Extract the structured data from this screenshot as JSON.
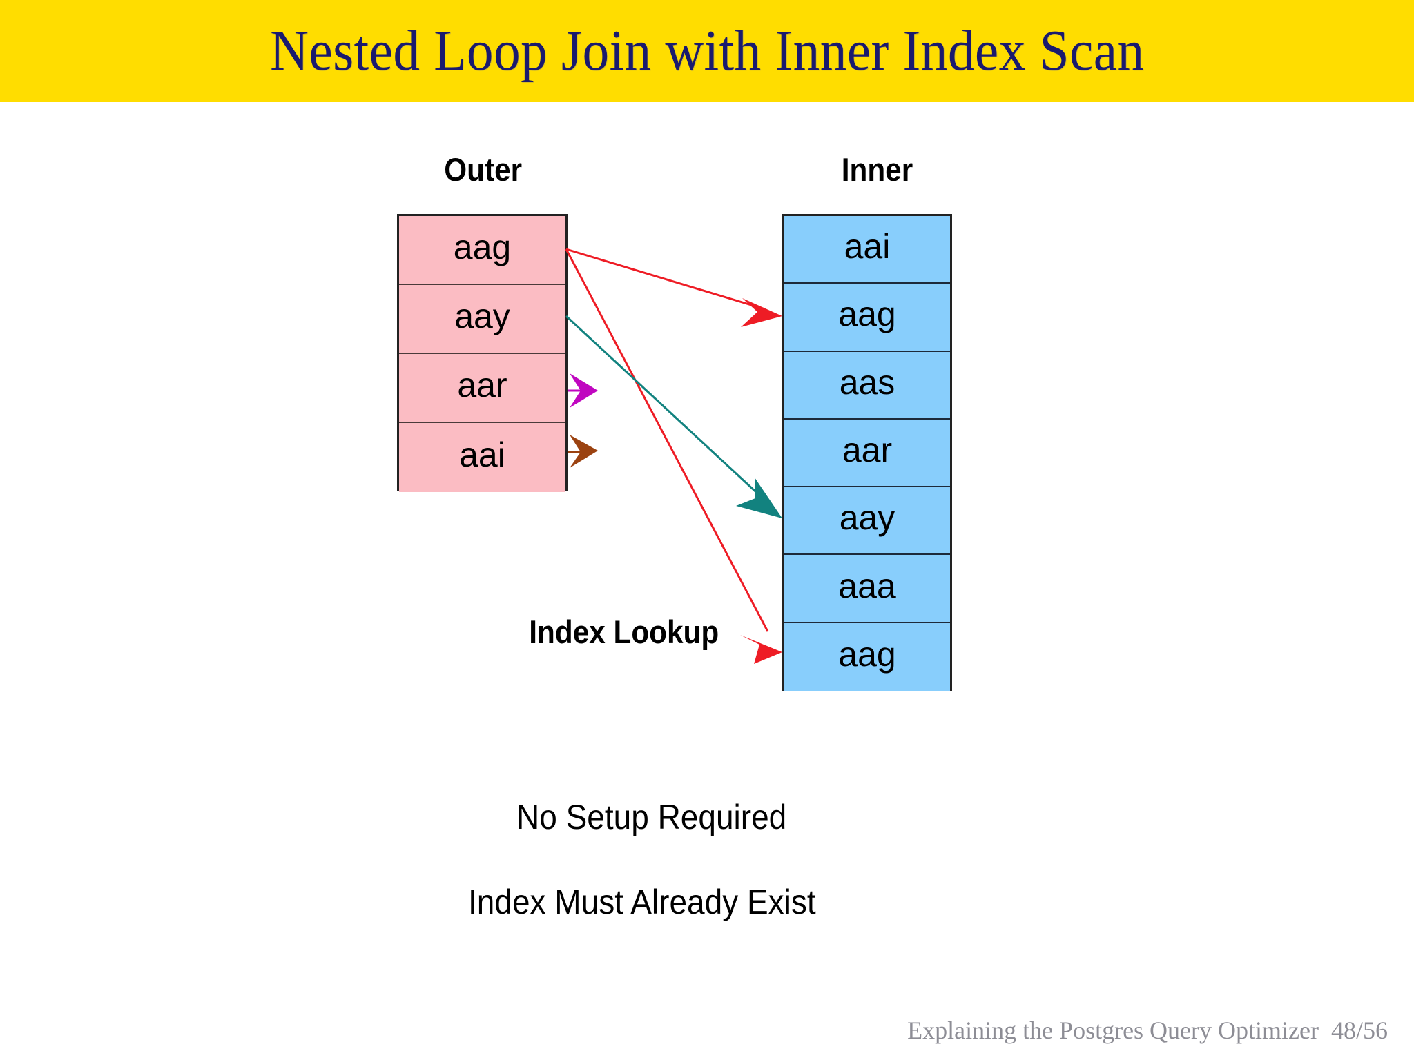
{
  "slide": {
    "title": "Nested Loop Join with Inner Index Scan",
    "banner_color": "#FFDD00",
    "title_color": "#1a1a6e"
  },
  "outer": {
    "heading": "Outer",
    "fill_color": "#FBBCC3",
    "rows": [
      {
        "value": "aag"
      },
      {
        "value": "aay"
      },
      {
        "value": "aar"
      },
      {
        "value": "aai"
      }
    ]
  },
  "inner": {
    "heading": "Inner",
    "fill_color": "#88CEFC",
    "rows": [
      {
        "value": "aai"
      },
      {
        "value": "aag"
      },
      {
        "value": "aas"
      },
      {
        "value": "aar"
      },
      {
        "value": "aay"
      },
      {
        "value": "aaa"
      },
      {
        "value": "aag"
      }
    ]
  },
  "annotations": {
    "index_lookup": "Index Lookup",
    "note_1": "No Setup Required",
    "note_2": "Index Must Already Exist"
  },
  "arrows": [
    {
      "name": "aag-to-inner-aag",
      "color": "#ee1c25",
      "from": "outer-row-1",
      "to": "inner-row-2"
    },
    {
      "name": "aag-to-inner-aag-last",
      "color": "#ee1c25",
      "from": "outer-row-1",
      "to": "inner-row-7"
    },
    {
      "name": "aay-to-inner-aay",
      "color": "#12827f",
      "from": "outer-row-2",
      "to": "inner-row-5"
    },
    {
      "name": "aar-stub",
      "color": "#c006c0",
      "from": "outer-row-3",
      "to": "none"
    },
    {
      "name": "aai-stub",
      "color": "#9b4210",
      "from": "outer-row-4",
      "to": "none"
    }
  ],
  "footer": {
    "deck_title": "Explaining the Postgres Query Optimizer",
    "page": "48/56"
  }
}
